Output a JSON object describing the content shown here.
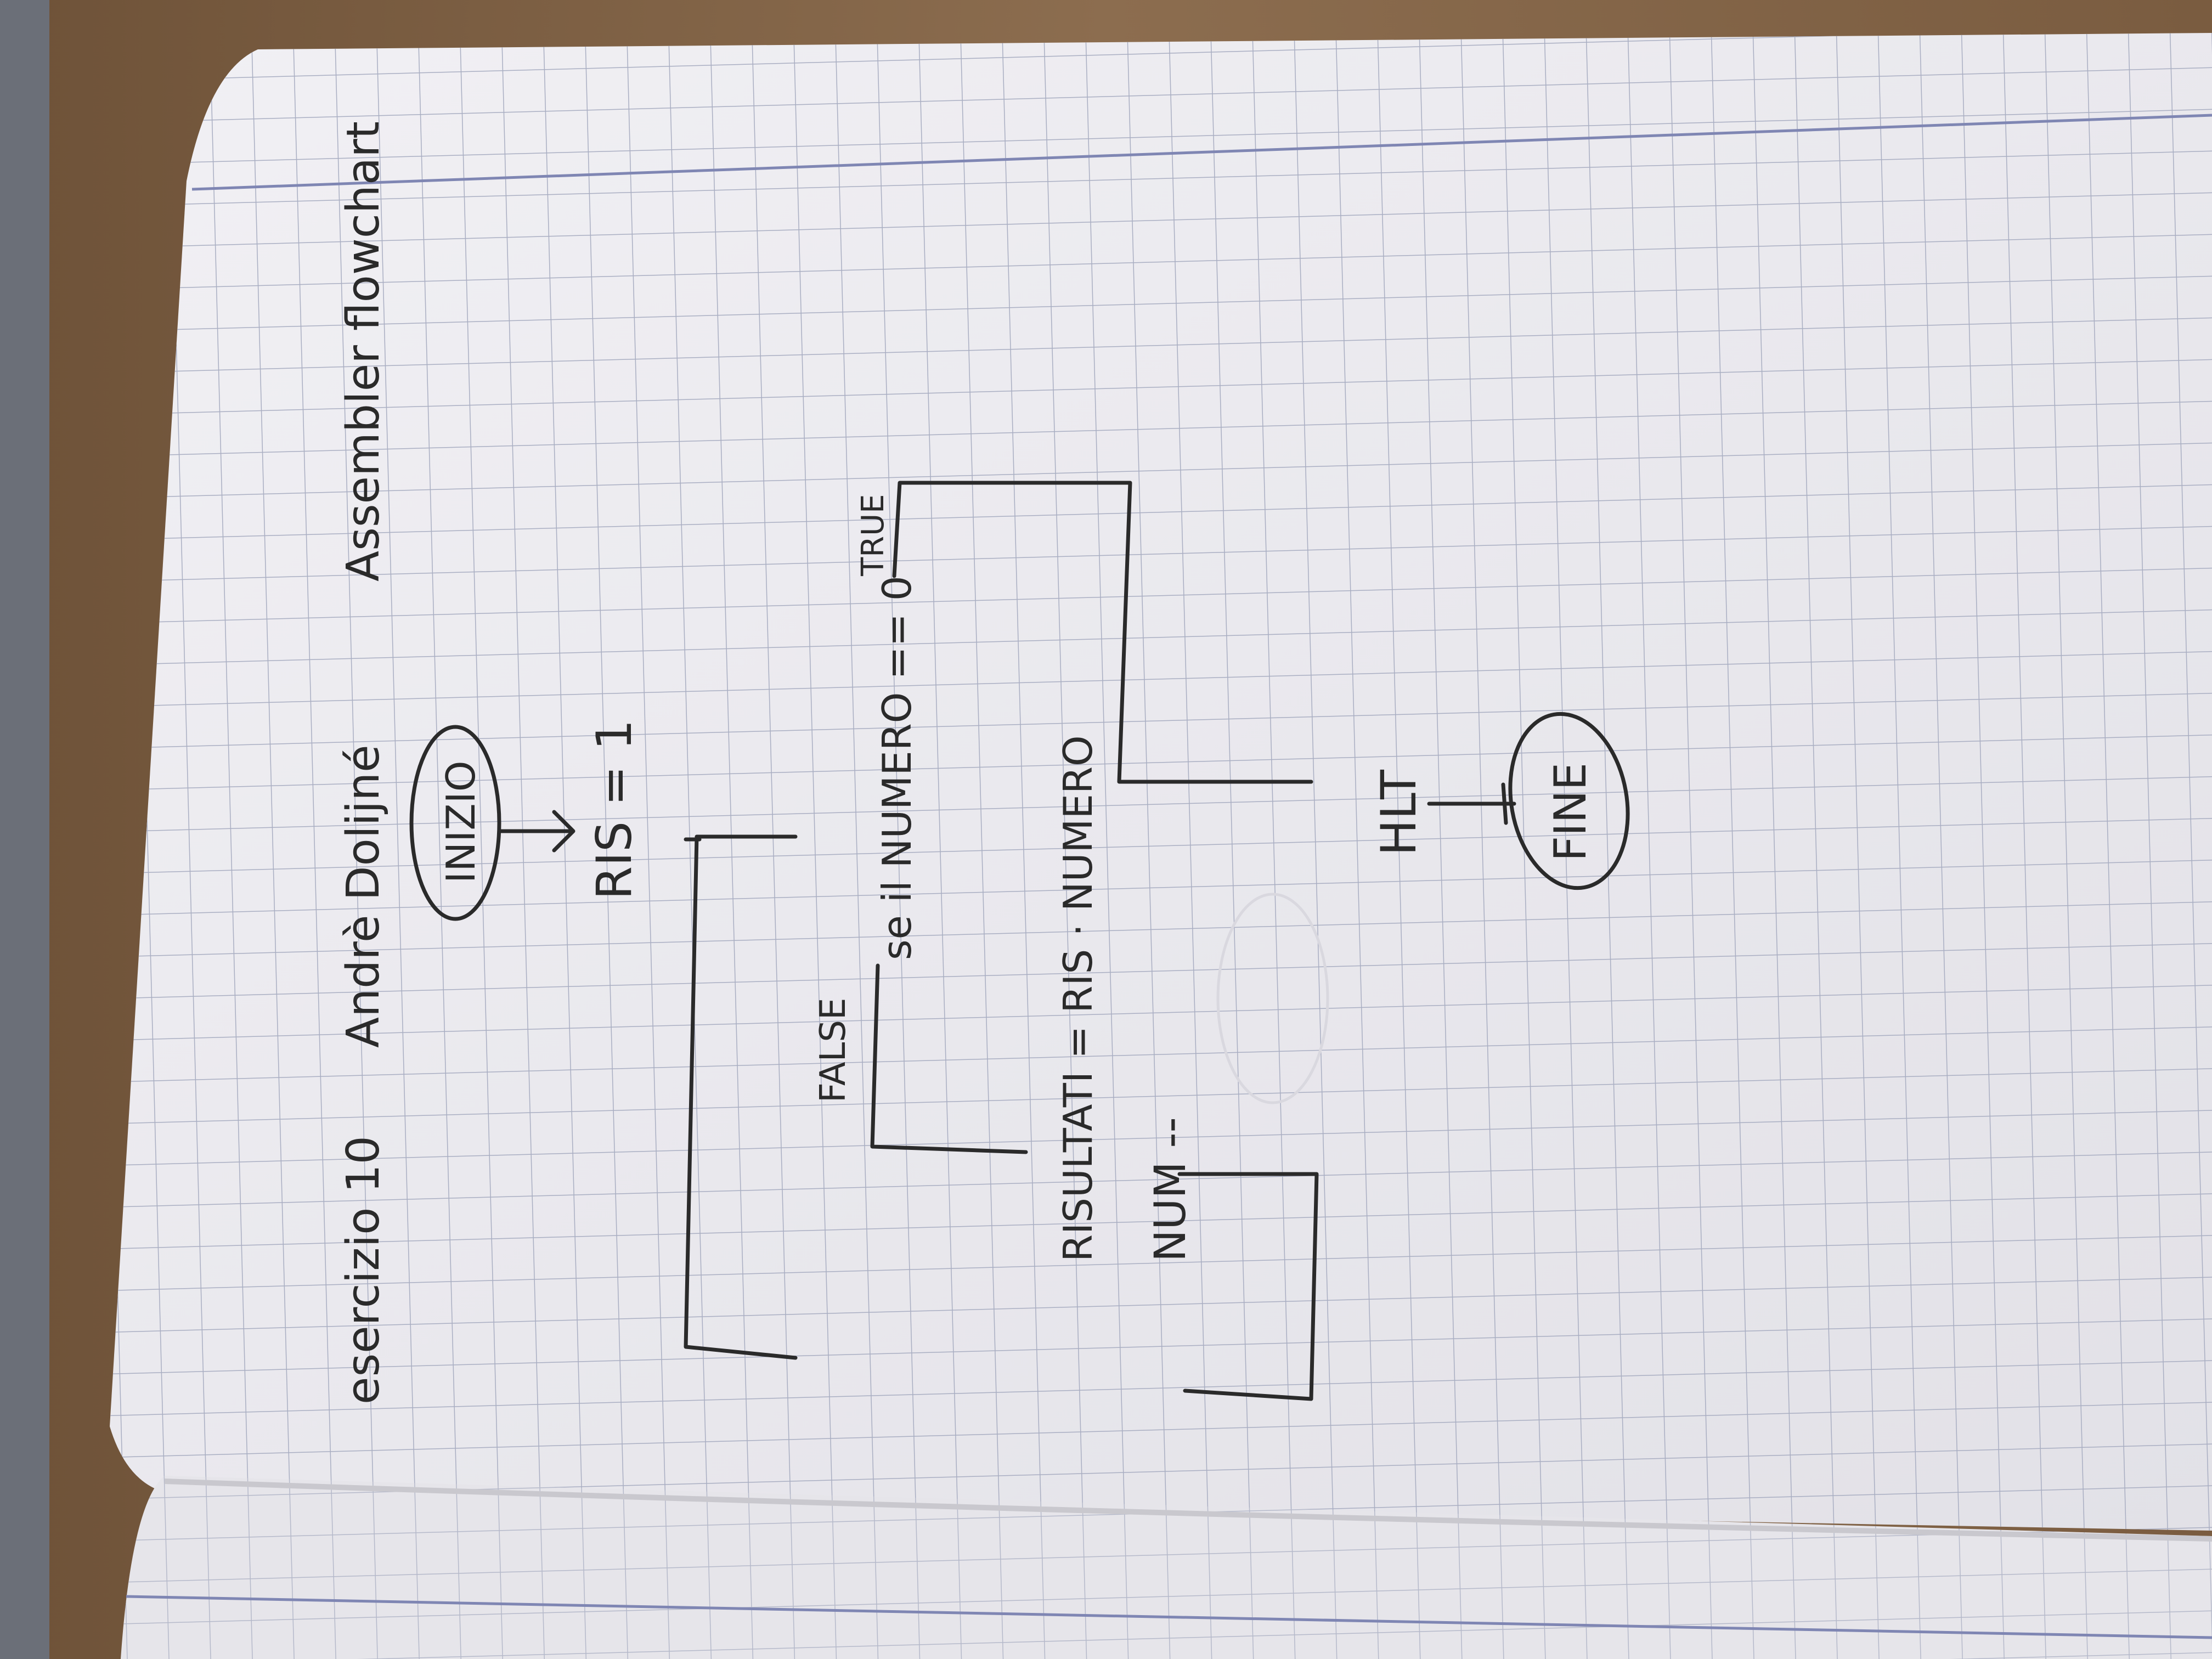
{
  "colors": {
    "desk": "#8c6d4f",
    "desk_dark": "#6e5238",
    "paper": "#ecebef",
    "grid": "#a9aec2",
    "margin_line": "#7f86b3",
    "ink": "#2a2a2a"
  },
  "note": {
    "heading": {
      "exercise": "esercizio 10",
      "author": "Andrè Dolijné",
      "subject": "Assembler flowchart"
    },
    "flowchart": {
      "start": "INIZIO",
      "init": "RIS = 1",
      "condition": "se il NUMERO == 0",
      "false_label": "FALSE",
      "true_label": "TRUE",
      "multiply": "RISULTATI = RIS · NUMERO",
      "decrement": "NUM --",
      "halt": "HLT",
      "end": "FINE"
    }
  }
}
